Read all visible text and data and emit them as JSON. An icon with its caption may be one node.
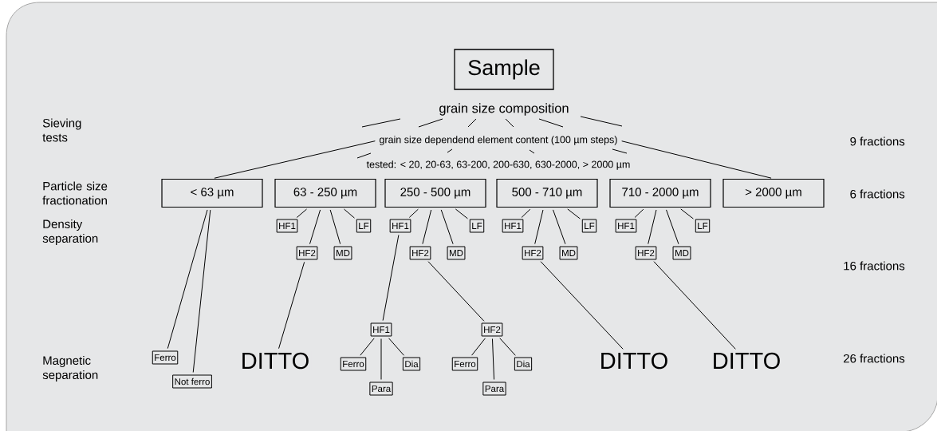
{
  "diagram": {
    "nodes": [
      {
        "text": [
          "Sample"
        ]
      },
      {
        "text": [
          "grain size composition"
        ]
      },
      {
        "text": [
          "grain size dependend element content (100 µm steps)"
        ]
      },
      {
        "text": [
          "tested: < 20, 20-63, 63-200, 200-630, 630-2000, > 2000 µm"
        ]
      },
      {
        "text": [
          "< 63 µm"
        ]
      },
      {
        "text": [
          "63 - 250 µm"
        ]
      },
      {
        "text": [
          "250 - 500 µm"
        ]
      },
      {
        "text": [
          "500 - 710 µm"
        ]
      },
      {
        "text": [
          "710 - 2000 µm"
        ]
      },
      {
        "text": [
          "> 2000 µm"
        ]
      },
      {
        "text": [
          "HF1"
        ]
      },
      {
        "text": [
          "HF2"
        ]
      },
      {
        "text": [
          "MD"
        ]
      },
      {
        "text": [
          "LF"
        ]
      },
      {
        "text": [
          "HF1"
        ]
      },
      {
        "text": [
          "HF2"
        ]
      },
      {
        "text": [
          "MD"
        ]
      },
      {
        "text": [
          "LF"
        ]
      },
      {
        "text": [
          "HF1"
        ]
      },
      {
        "text": [
          "HF2"
        ]
      },
      {
        "text": [
          "MD"
        ]
      },
      {
        "text": [
          "LF"
        ]
      },
      {
        "text": [
          "HF1"
        ]
      },
      {
        "text": [
          "HF2"
        ]
      },
      {
        "text": [
          "MD"
        ]
      },
      {
        "text": [
          "LF"
        ]
      },
      {
        "text": [
          "Ferro"
        ]
      },
      {
        "text": [
          "Not ferro"
        ]
      },
      {
        "text": [
          "DITTO"
        ]
      },
      {
        "text": [
          "HF1"
        ]
      },
      {
        "text": [
          "Ferro"
        ]
      },
      {
        "text": [
          "Para"
        ]
      },
      {
        "text": [
          "Dia"
        ]
      },
      {
        "text": [
          "HF2"
        ]
      },
      {
        "text": [
          "Ferro"
        ]
      },
      {
        "text": [
          "Para"
        ]
      },
      {
        "text": [
          "Dia"
        ]
      },
      {
        "text": [
          "DITTO"
        ]
      },
      {
        "text": [
          "DITTO"
        ]
      }
    ],
    "edges": [
      {
        "from": 2,
        "to": 4,
        "arrow": "none"
      },
      {
        "from": 2,
        "to": 9,
        "arrow": "none"
      },
      {
        "from": 4,
        "to": 26,
        "arrow": "none"
      },
      {
        "from": 4,
        "to": 27,
        "arrow": "none"
      },
      {
        "from": 5,
        "to": 10,
        "arrow": "none"
      },
      {
        "from": 5,
        "to": 11,
        "arrow": "none"
      },
      {
        "from": 5,
        "to": 12,
        "arrow": "none"
      },
      {
        "from": 5,
        "to": 13,
        "arrow": "none"
      },
      {
        "from": 6,
        "to": 14,
        "arrow": "none"
      },
      {
        "from": 6,
        "to": 15,
        "arrow": "none"
      },
      {
        "from": 6,
        "to": 16,
        "arrow": "none"
      },
      {
        "from": 6,
        "to": 17,
        "arrow": "none"
      },
      {
        "from": 7,
        "to": 18,
        "arrow": "none"
      },
      {
        "from": 7,
        "to": 19,
        "arrow": "none"
      },
      {
        "from": 7,
        "to": 20,
        "arrow": "none"
      },
      {
        "from": 7,
        "to": 21,
        "arrow": "none"
      },
      {
        "from": 8,
        "to": 22,
        "arrow": "none"
      },
      {
        "from": 8,
        "to": 23,
        "arrow": "none"
      },
      {
        "from": 8,
        "to": 24,
        "arrow": "none"
      },
      {
        "from": 8,
        "to": 25,
        "arrow": "none"
      },
      {
        "from": 11,
        "to": 28,
        "arrow": "none"
      },
      {
        "from": 14,
        "to": 29,
        "arrow": "none"
      },
      {
        "from": 15,
        "to": 33,
        "arrow": "none"
      },
      {
        "from": 29,
        "to": 30,
        "arrow": "none"
      },
      {
        "from": 29,
        "to": 31,
        "arrow": "none"
      },
      {
        "from": 29,
        "to": 32,
        "arrow": "none"
      },
      {
        "from": 33,
        "to": 34,
        "arrow": "none"
      },
      {
        "from": 33,
        "to": 35,
        "arrow": "none"
      },
      {
        "from": 33,
        "to": 36,
        "arrow": "none"
      },
      {
        "from": 19,
        "to": 37,
        "arrow": "none"
      },
      {
        "from": 23,
        "to": 38,
        "arrow": "none"
      }
    ],
    "labels": [
      "Sieving tests",
      "9 fractions",
      "Particle size fractionation",
      "6 fractions",
      "Density separation",
      "16 fractions",
      "Magnetic separation",
      "26 fractions"
    ]
  }
}
